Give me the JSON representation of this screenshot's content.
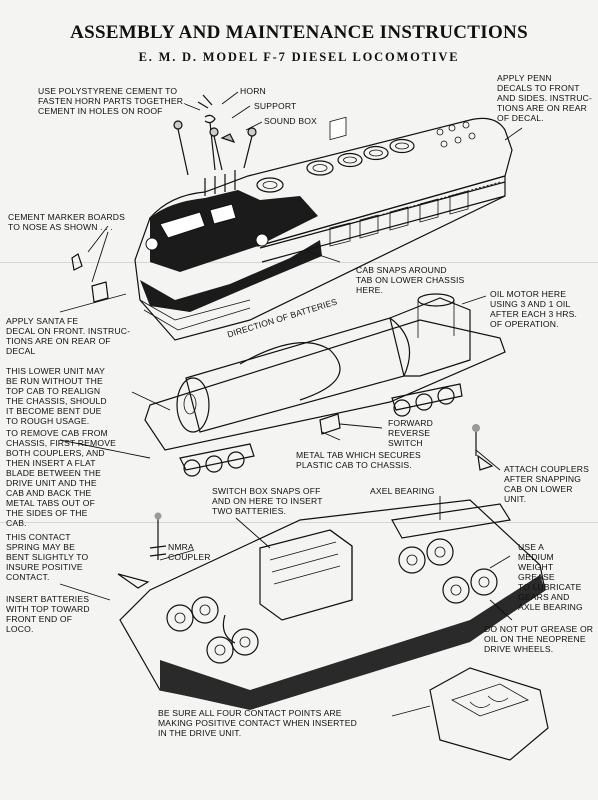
{
  "header": {
    "title": "ASSEMBLY AND MAINTENANCE INSTRUCTIONS",
    "subtitle": "E. M. D. MODEL F-7 DIESEL LOCOMOTIVE"
  },
  "callouts": {
    "polystyrene": [
      "USE POLYSTYRENE CEMENT TO",
      "FASTEN HORN PARTS TOGETHER.",
      "CEMENT IN HOLES ON ROOF"
    ],
    "horn": "HORN",
    "support": "SUPPORT",
    "sound_box": "SOUND BOX",
    "penn_decals": [
      "APPLY PENN",
      "DECALS TO FRONT",
      "AND SIDES. INSTRUC-",
      "TIONS ARE ON REAR",
      "OF DECAL."
    ],
    "marker_boards": [
      "CEMENT MARKER BOARDS",
      "TO NOSE AS SHOWN . . ."
    ],
    "cab_snaps": [
      "CAB SNAPS AROUND",
      "TAB ON LOWER CHASSIS",
      "HERE."
    ],
    "oil_motor": [
      "OIL MOTOR HERE",
      "USING 3 AND 1 OIL",
      "AFTER EACH 3 HRS.",
      "OF OPERATION."
    ],
    "santa_fe": [
      "APPLY SANTA FE",
      "DECAL ON FRONT. INSTRUC-",
      "TIONS ARE ON REAR OF",
      "DECAL"
    ],
    "direction_of_batteries": "DIRECTION OF BATTERIES",
    "lower_unit": [
      "THIS LOWER UNIT MAY",
      "BE RUN WITHOUT THE",
      "TOP CAB TO REALIGN",
      "THE CHASSIS, SHOULD",
      "IT BECOME BENT DUE",
      "TO ROUGH USAGE."
    ],
    "remove_cab": [
      "TO REMOVE CAB FROM",
      "CHASSIS, FIRST REMOVE",
      "BOTH COUPLERS, AND",
      "THEN INSERT A FLAT",
      "BLADE BETWEEN THE",
      "DRIVE UNIT AND THE",
      "CAB AND BACK THE",
      "METAL TABS OUT OF",
      "THE SIDES OF THE",
      "CAB."
    ],
    "forward_reverse": [
      "FORWARD",
      "REVERSE",
      "SWITCH"
    ],
    "metal_tab": [
      "METAL TAB WHICH SECURES",
      "PLASTIC CAB TO CHASSIS."
    ],
    "attach_couplers": [
      "ATTACH COUPLERS",
      "AFTER SNAPPING",
      "CAB ON LOWER",
      "UNIT."
    ],
    "switch_box": [
      "SWITCH BOX SNAPS OFF",
      "AND ON HERE TO INSERT",
      "TWO BATTERIES."
    ],
    "axel_bearing": "AXEL BEARING",
    "nmra_coupler": [
      "NMRA",
      "COUPLER"
    ],
    "contact_spring": [
      "THIS CONTACT",
      "SPRING MAY BE",
      "BENT SLIGHTLY TO",
      "INSURE POSITIVE",
      "CONTACT."
    ],
    "insert_batteries": [
      "INSERT BATTERIES",
      "WITH TOP TOWARD",
      "FRONT END OF",
      "LOCO."
    ],
    "grease": [
      "USE A",
      "MEDIUM",
      "WEIGHT",
      "GREASE",
      "TO LUBRICATE",
      "GEARS AND",
      "AXLE BEARING"
    ],
    "no_grease": [
      "DO NOT PUT GREASE OR",
      "OIL ON THE NEOPRENE",
      "DRIVE WHEELS."
    ],
    "contact_points": [
      "BE SURE ALL FOUR CONTACT POINTS ARE",
      "MAKING POSITIVE CONTACT WHEN INSERTED",
      "IN THE DRIVE UNIT."
    ]
  }
}
